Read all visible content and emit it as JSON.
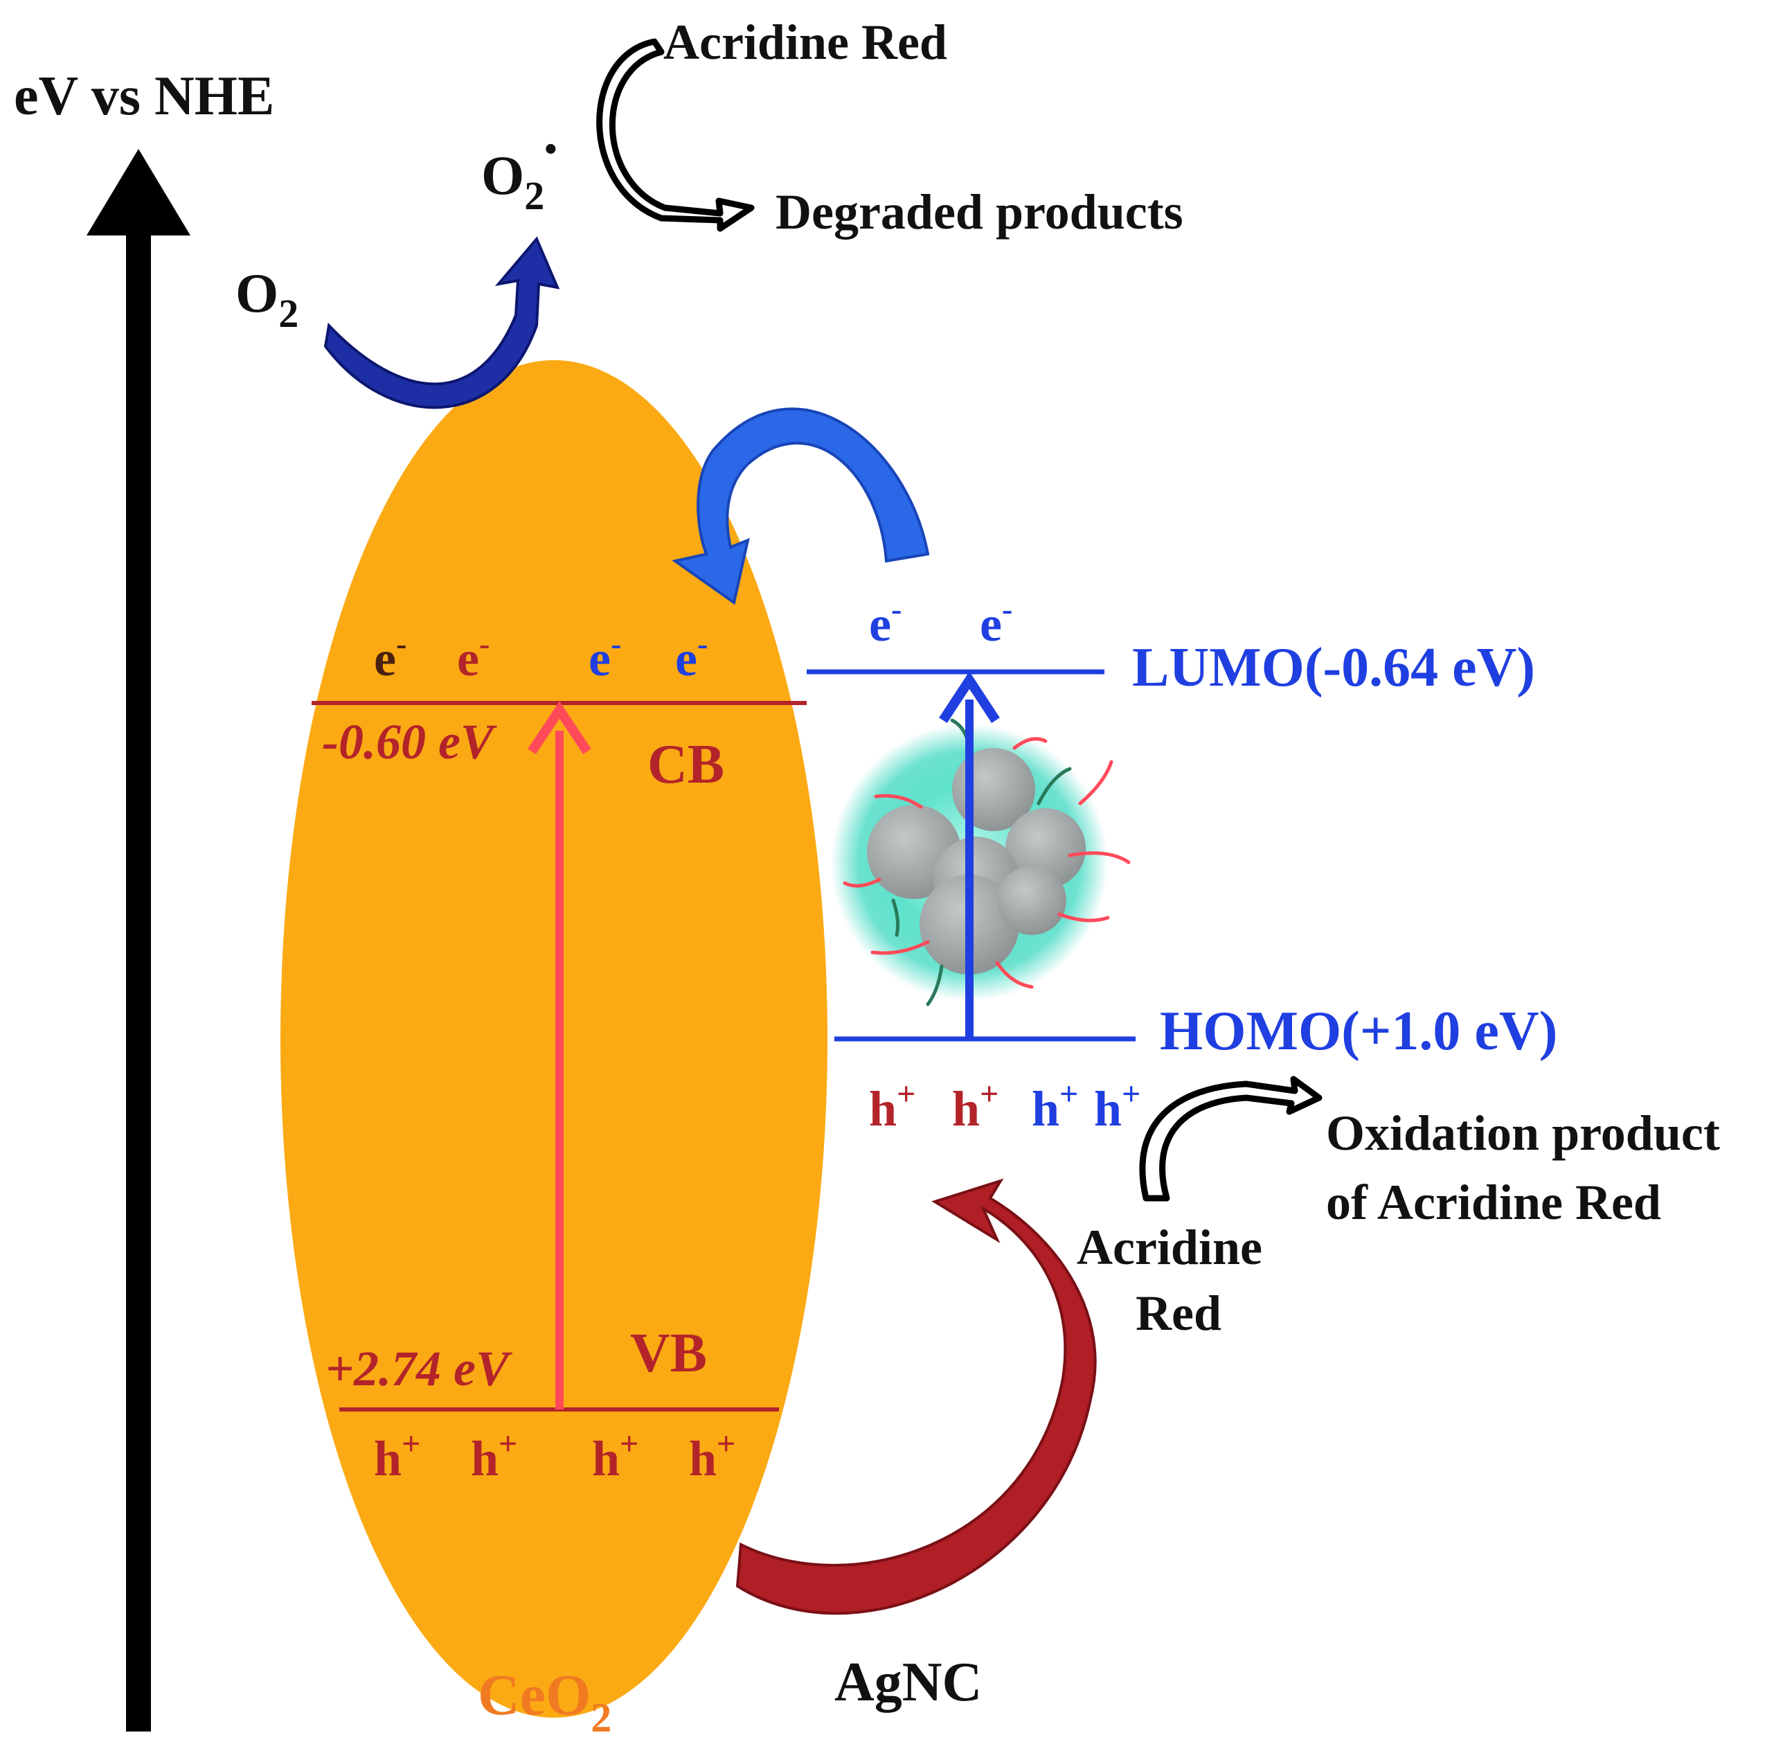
{
  "axis": {
    "label": "eV vs NHE"
  },
  "species": {
    "o2": "O",
    "o2_sub": "2",
    "o2rad": "O",
    "o2rad_sub": "2",
    "o2rad_sup": "•",
    "acridine_red_top": "Acridine Red",
    "degraded_products": "Degraded products",
    "acridine_red_bottom_1": "Acridine",
    "acridine_red_bottom_2": "Red",
    "oxidation_product_1": "Oxidation product",
    "oxidation_product_2": "of Acridine Red"
  },
  "ceo2": {
    "name": "CeO",
    "name_sub": "2",
    "cb_label": "CB",
    "vb_label": "VB",
    "cb_energy": "-0.60 eV",
    "vb_energy": "+2.74 eV",
    "electron": "e",
    "electron_sup": "-",
    "hole": "h",
    "hole_sup": "+"
  },
  "agnc": {
    "name": "AgNC",
    "lumo": "LUMO(-0.64 eV)",
    "homo": "HOMO(+1.0 eV)"
  },
  "colors": {
    "ellipse": "#fbaa14",
    "band_line": "#b3242a",
    "excitation_arrow": "#ff4a5a",
    "agnc_level": "#1f3fe0",
    "agnc_glow": "#3cd8c0",
    "cluster": "#a9aeae",
    "o2_arrow": "#1e2fa5",
    "transfer_arrow": "#2a68e8",
    "hole_arrow": "#b01e26",
    "ceo2_label": "#f07a22"
  }
}
